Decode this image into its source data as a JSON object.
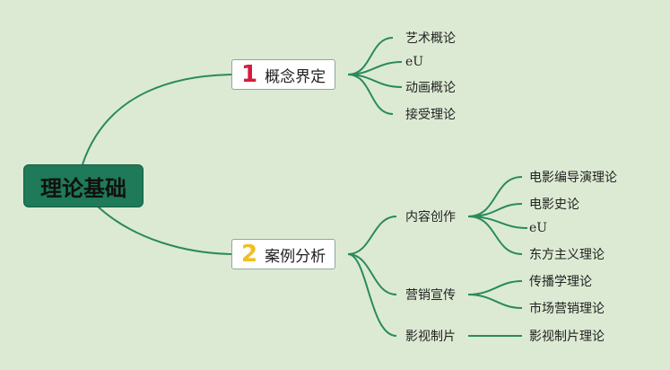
{
  "root": {
    "label": "理论基础"
  },
  "branches": [
    {
      "num": "1",
      "label": "概念界定",
      "children": [
        "艺术概论",
        "eU",
        "动画概论",
        "接受理论"
      ]
    },
    {
      "num": "2",
      "label": "案例分析",
      "groups": [
        {
          "label": "内容创作",
          "children": [
            "电影编导演理论",
            "电影史论",
            "eU",
            "东方主义理论"
          ]
        },
        {
          "label": "营销宣传",
          "children": [
            "传播学理论",
            "市场营销理论"
          ]
        },
        {
          "label": "影视制片",
          "children": [
            "影视制片理论"
          ]
        }
      ]
    }
  ],
  "colors": {
    "background": "#dcead3",
    "line": "#2a8a5c",
    "root_fill": "#1e7a58",
    "num_1": "#d41d3c",
    "num_2": "#f0c020"
  }
}
